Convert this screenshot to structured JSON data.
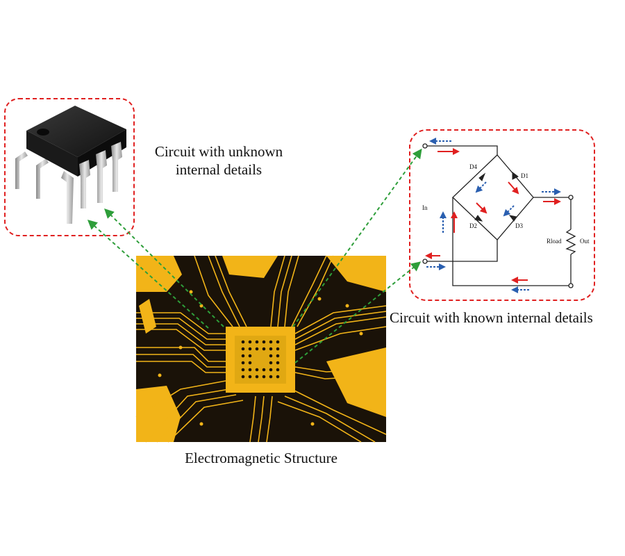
{
  "labels": {
    "unknown_line1": "Circuit with unknown",
    "unknown_line2": "internal details",
    "known": "Circuit with known internal details",
    "electromagnetic": "Electromagnetic Structure"
  },
  "schematic": {
    "d1": "D1",
    "d2": "D2",
    "d3": "D3",
    "d4": "D4",
    "input": "In",
    "rload": "Rload",
    "output": "Out"
  },
  "colors": {
    "unknown_box_border": "#e02020",
    "known_box_border": "#e02020",
    "connector": "#2e9e3a",
    "pcb_copper": "#f2b418",
    "pcb_board": "#1a1208",
    "current_arrow_red": "#e02020",
    "current_arrow_blue": "#2a5fb0"
  },
  "icons": {
    "ic_chip": "dip8-chip-icon"
  }
}
